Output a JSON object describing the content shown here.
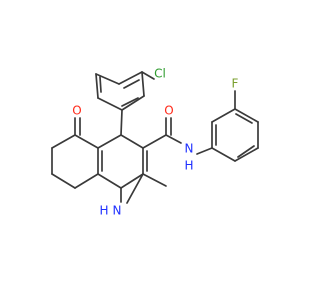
{
  "molecule": {
    "atoms": {
      "chlorine": "Cl",
      "fluorine": "F",
      "ketone_oxygen": "O",
      "amide_oxygen": "O",
      "amide_nitrogen_n": "N",
      "amide_nitrogen_h": "H",
      "ring_nitrogen_n": "N",
      "ring_nitrogen_h": "H"
    },
    "colors": {
      "bond": "#3a3a3a",
      "chlorine": "#2e9b2e",
      "fluorine": "#7a9f2d",
      "oxygen": "#ff2a1a",
      "nitrogen": "#1e2fff"
    }
  }
}
